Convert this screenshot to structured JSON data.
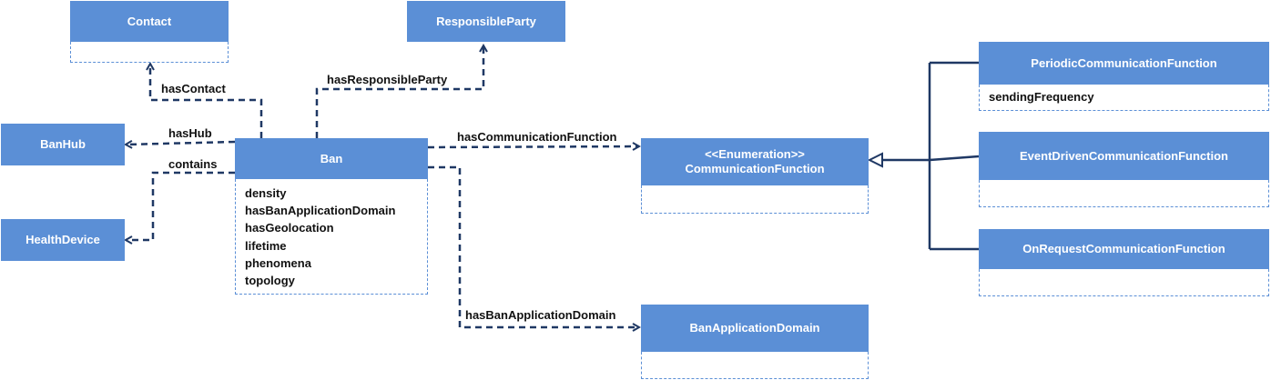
{
  "classes": {
    "contact": {
      "name": "Contact"
    },
    "responsible_party": {
      "name": "ResponsibleParty"
    },
    "ban_hub": {
      "name": "BanHub"
    },
    "health_device": {
      "name": "HealthDevice"
    },
    "ban": {
      "name": "Ban",
      "attributes": [
        "density",
        "hasBanApplicationDomain",
        "hasGeolocation",
        "lifetime",
        "phenomena",
        "topology"
      ]
    },
    "communication_function": {
      "stereotype": "<<Enumeration>>",
      "name": "CommunicationFunction"
    },
    "ban_application_domain": {
      "name": "BanApplicationDomain"
    },
    "periodic": {
      "name": "PeriodicCommunicationFunction",
      "attributes": [
        "sendingFrequency"
      ]
    },
    "event_driven": {
      "name": "EventDrivenCommunicationFunction"
    },
    "on_request": {
      "name": "OnRequestCommunicationFunction"
    }
  },
  "relations": {
    "has_contact": "hasContact",
    "has_responsible_party": "hasResponsibleParty",
    "has_hub": "hasHub",
    "contains": "contains",
    "has_communication_function": "hasCommunicationFunction",
    "has_ban_application_domain": "hasBanApplicationDomain"
  },
  "colors": {
    "header_fill": "#5b8fd6",
    "connector": "#1f3864"
  }
}
